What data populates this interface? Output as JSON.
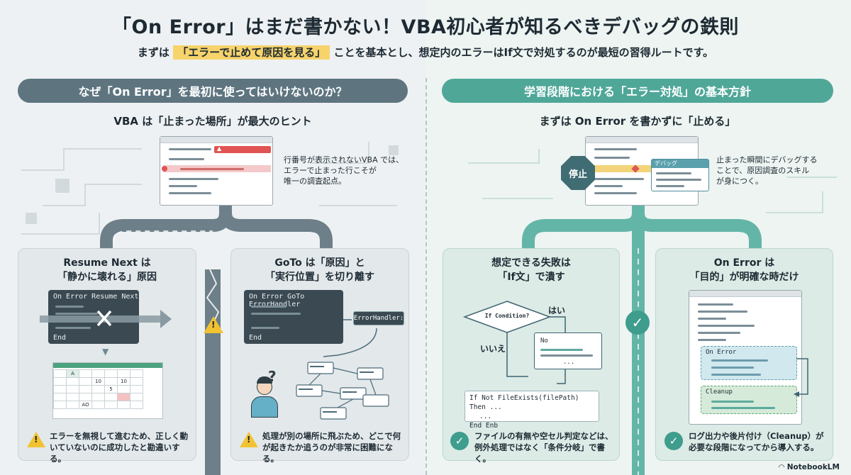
{
  "title": "「On Error」はまだ書かない！VBA初心者が知るべきデバッグの鉄則",
  "subtitle": {
    "pre": "まずは",
    "highlight": "「エラーで止めて原因を見る」",
    "post": "ことを基本とし、想定内のエラーはIf文で対処するのが最短の習得ルートです。"
  },
  "left": {
    "banner": "なぜ「On Error」を最初に使ってはいけないのか？",
    "heading": "VBA は「止まった場所」が最大のヒント",
    "note": [
      "行番号が表示されないVBA では、",
      "エラーで止まった行こそが",
      "唯一の調査起点。"
    ],
    "panel1": {
      "title": [
        "Resume Next は",
        "「静かに壊れる」原因"
      ],
      "code_title": "On Error Resume Next",
      "code_end": "End",
      "sheet_values": [
        "A",
        "10",
        "10",
        "5",
        "AO"
      ],
      "bottom": [
        "エラーを無視して進むため、正しく動",
        "いていないのに成功したと勘違いする。"
      ]
    },
    "panel2": {
      "title": [
        "GoTo は「原因」と",
        "「実行位置」を切り離す"
      ],
      "code_title": "On Error GoTo ErrorHandler",
      "code_end": "End",
      "handler_label": "ErrorHandler:",
      "question_mark": "?",
      "bottom": [
        "処理が別の場所に飛ぶため、どこで何",
        "が起きたか追うのが非常に困難になる。"
      ]
    }
  },
  "right": {
    "banner": "学習段階における「エラー対処」の基本方針",
    "heading": "まずは On Error を書かずに「止める」",
    "stop_sign": "停止",
    "debug_window_title": "デバッグ",
    "note": [
      "止まった瞬間にデバッグする",
      "ことで、原因調査のスキル",
      "が身につく。"
    ],
    "panel1": {
      "title": [
        "想定できる失敗は",
        "「If文」で潰す"
      ],
      "condition": "If Condition?",
      "yes": "はい",
      "no": "いいえ",
      "no_box": "No",
      "ellipsis": "...",
      "code": [
        "If Not FileExists(filePath) Then ...",
        "...",
        "End Enb"
      ],
      "bottom": [
        "ファイルの有無や空セル判定などは、",
        "例外処理ではなく「条件分岐」で書く。"
      ]
    },
    "panel2": {
      "title": [
        "On Error は",
        "「目的」が明確な時だけ"
      ],
      "block1": "On Error",
      "block2": "Cleanup",
      "bottom": [
        "ログ出力や後片付け（Cleanup）が",
        "必要な段階になってから導入する。"
      ]
    }
  },
  "brand": "NotebookLM",
  "colors": {
    "left_banner": "#5e7580",
    "right_banner": "#4fa798",
    "highlight": "#f6d36b",
    "error_red": "#e05454",
    "warning_yellow": "#f1c332"
  }
}
